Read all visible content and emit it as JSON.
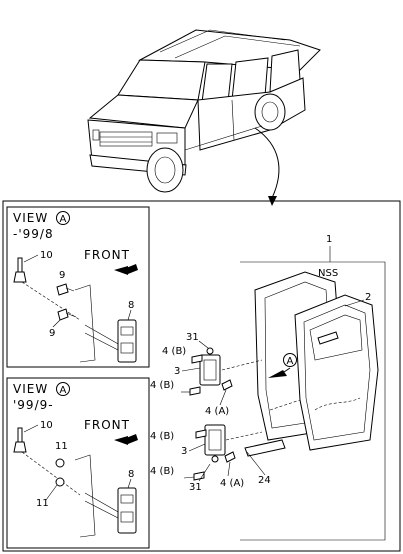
{
  "view_top": {
    "title": "VIEW",
    "circle_letter": "A",
    "range": "-'99/8",
    "front": "FRONT",
    "callouts": {
      "c10": "10",
      "c9a": "9",
      "c9b": "9",
      "c8": "8"
    }
  },
  "view_bottom": {
    "title": "VIEW",
    "circle_letter": "A",
    "range": "'99/9-",
    "front": "FRONT",
    "callouts": {
      "c10": "10",
      "c11a": "11",
      "c11b": "11",
      "c8": "8"
    }
  },
  "main": {
    "callouts": {
      "c1": "1",
      "nss": "NSS",
      "c2": "2",
      "c31a": "31",
      "c4b1": "4 (B)",
      "c3a": "3",
      "c4b2": "4 (B)",
      "c4a1": "4 (A)",
      "c4b3": "4 (B)",
      "c3b": "3",
      "c4b4": "4 (B)",
      "c31b": "31",
      "c4a2": "4 (A)",
      "c24": "24",
      "ref_a": "A"
    }
  }
}
